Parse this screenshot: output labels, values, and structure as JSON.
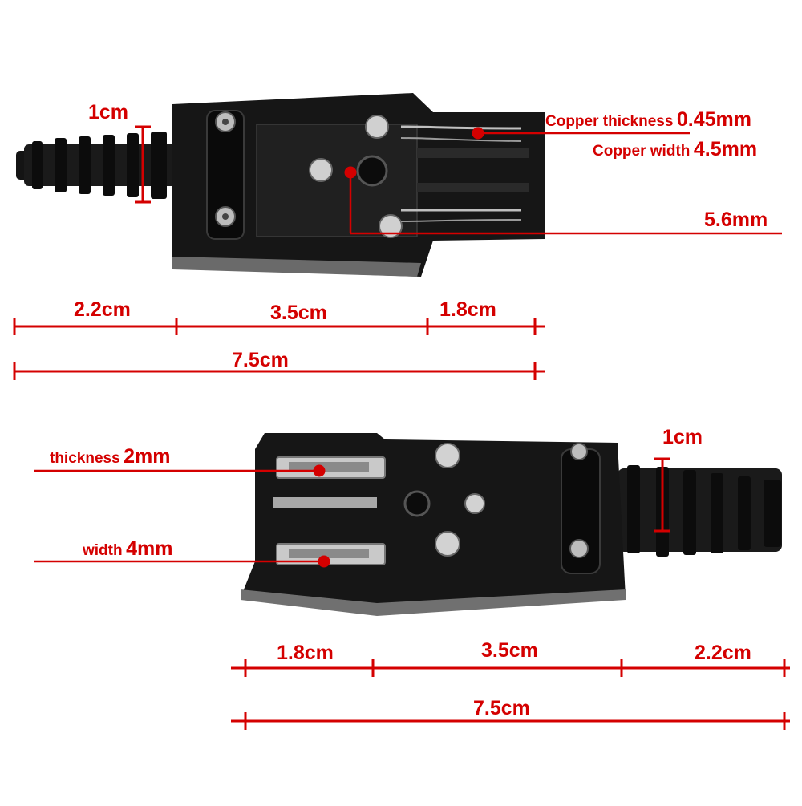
{
  "colors": {
    "annotation": "#d40000",
    "plug_body": "#151515",
    "metal": "#c8c8c8"
  },
  "top_view": {
    "cable_diameter": "1cm",
    "copper_thickness": {
      "label": "Copper thickness",
      "value": "0.45mm"
    },
    "copper_width": {
      "label": "Copper width",
      "value": "4.5mm"
    },
    "pin_hole": "5.6mm",
    "segments": [
      "2.2cm",
      "3.5cm",
      "1.8cm"
    ],
    "total": "7.5cm"
  },
  "bottom_view": {
    "pin_thickness": {
      "label": "thickness",
      "value": "2mm"
    },
    "pin_width": {
      "label": "width",
      "value": "4mm"
    },
    "cable_diameter": "1cm",
    "segments": [
      "1.8cm",
      "3.5cm",
      "2.2cm"
    ],
    "total": "7.5cm"
  }
}
